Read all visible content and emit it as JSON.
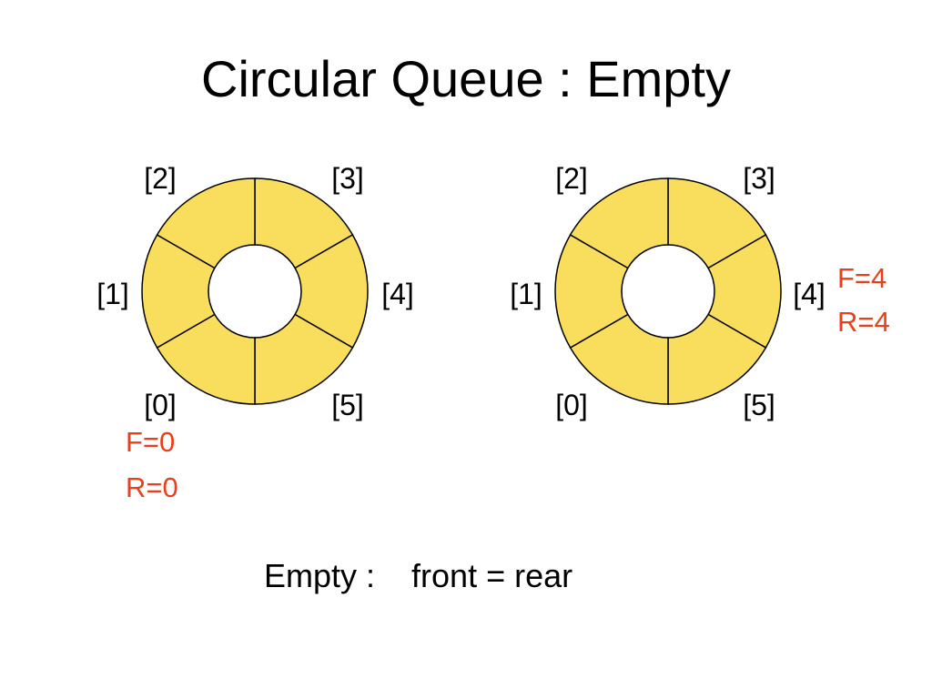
{
  "title": "Circular Queue : Empty",
  "colors": {
    "segment_fill": "#F9DD5C",
    "outline": "#000000",
    "pointer_text": "#E8401C"
  },
  "queues": [
    {
      "indices": [
        "[0]",
        "[1]",
        "[2]",
        "[3]",
        "[4]",
        "[5]"
      ],
      "front_label": "F=0",
      "rear_label": "R=0"
    },
    {
      "indices": [
        "[0]",
        "[1]",
        "[2]",
        "[3]",
        "[4]",
        "[5]"
      ],
      "front_label": "F=4",
      "rear_label": "R=4"
    }
  ],
  "footer": {
    "condition_label": "Empty :",
    "condition": "front = rear"
  }
}
